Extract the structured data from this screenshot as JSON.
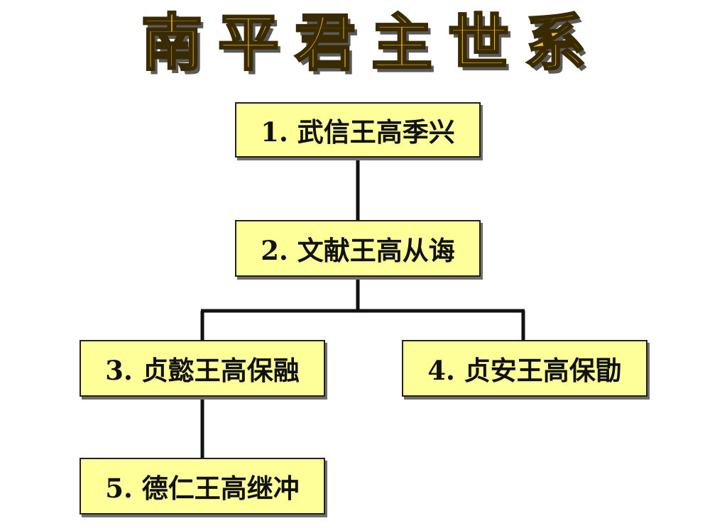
{
  "title": "南平君主世系",
  "colors": {
    "title_fill": "#f6c218",
    "node_fill": "#ffff99",
    "border": "#222222"
  },
  "nodes": [
    {
      "label": "1. 武信王高季兴"
    },
    {
      "label": "2. 文献王高从诲"
    },
    {
      "label": "3. 贞懿王高保融"
    },
    {
      "label": "4. 贞安王高保勖"
    },
    {
      "label": "5. 德仁王高继冲"
    }
  ]
}
